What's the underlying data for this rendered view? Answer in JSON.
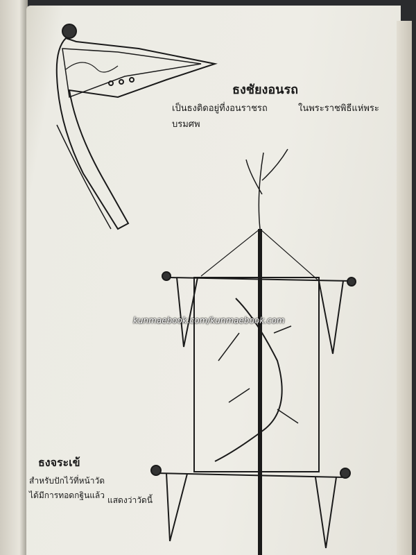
{
  "flag1": {
    "title": "ธงชัยงอนรถ",
    "description_line1": "เป็นธงติดอยู่ที่งอนราชรถ",
    "description_line1b": "ในพระราชพิธีแห่พระ",
    "description_line2": "บรมศพ"
  },
  "flag2": {
    "title": "ธงจระเข้",
    "description_line1": "สำหรับปักไว้ที่หน้าวัด",
    "description_line1b": "แสดงว่าวัดนี้",
    "description_line2": "ได้มีการทอดกฐินแล้ว"
  },
  "watermark": "kunmaebook.com/kunmaebook.com",
  "colors": {
    "paper": "#eeede6",
    "ink": "#1a1a1a",
    "background": "#2a2b2e"
  }
}
